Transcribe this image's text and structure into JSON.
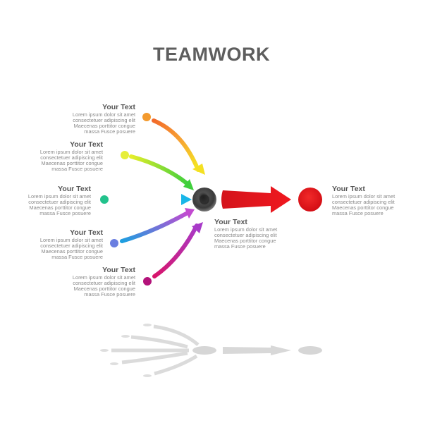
{
  "title": "TEAMWORK",
  "blocks": [
    {
      "heading": "Your Text",
      "body": "Lorem ipsum dolor sit amet\nconsectetuer adipiscing elit\nMaecenas porttitor congue\nmassa Fusce posuere"
    },
    {
      "heading": "Your Text",
      "body": "Lorem ipsum dolor sit amet\nconsectetuer adipiscing elit\nMaecenas porttitor congue\nmassa Fusce posuere"
    },
    {
      "heading": "Your Text",
      "body": "Lorem ipsum dolor sit amet\nconsectetuer adipiscing elit\nMaecenas porttitor congue\nmassa Fusce posuere"
    },
    {
      "heading": "Your Text",
      "body": "Lorem ipsum dolor sit amet\nconsectetuer adipiscing elit\nMaecenas porttitor congue\nmassa Fusce posuere"
    },
    {
      "heading": "Your Text",
      "body": "Lorem ipsum dolor sit amet\nconsectetuer adipiscing elit\nMaecenas porttitor congue\nmassa Fusce posuere"
    },
    {
      "heading": "Your Text",
      "body": "Lorem ipsum dolor sit amet\nconsectetuer adipiscing elit\nMaecenas porttitor congue\nmassa Fusce posuere"
    },
    {
      "heading": "Your Text",
      "body": "Lorem ipsum dolor sit amet\nconsectetuer adipiscing elit\nMaecenas porttitor congue\nmassa Fusce posuere"
    }
  ],
  "colors": {
    "title": "#5e5e5e",
    "arrow1": [
      "#f7a334",
      "#f5e823"
    ],
    "arrow2": [
      "#d9ec2b",
      "#5dd83a"
    ],
    "arrow3": [
      "#19c46e",
      "#1bb8e8"
    ],
    "arrow4": [
      "#2aa6e0",
      "#b347c4"
    ],
    "arrow5": [
      "#c2187a",
      "#b33ec8"
    ],
    "hub": "#3c3c3c",
    "target": "#e8141b",
    "reflection": "#d4d4d4"
  }
}
